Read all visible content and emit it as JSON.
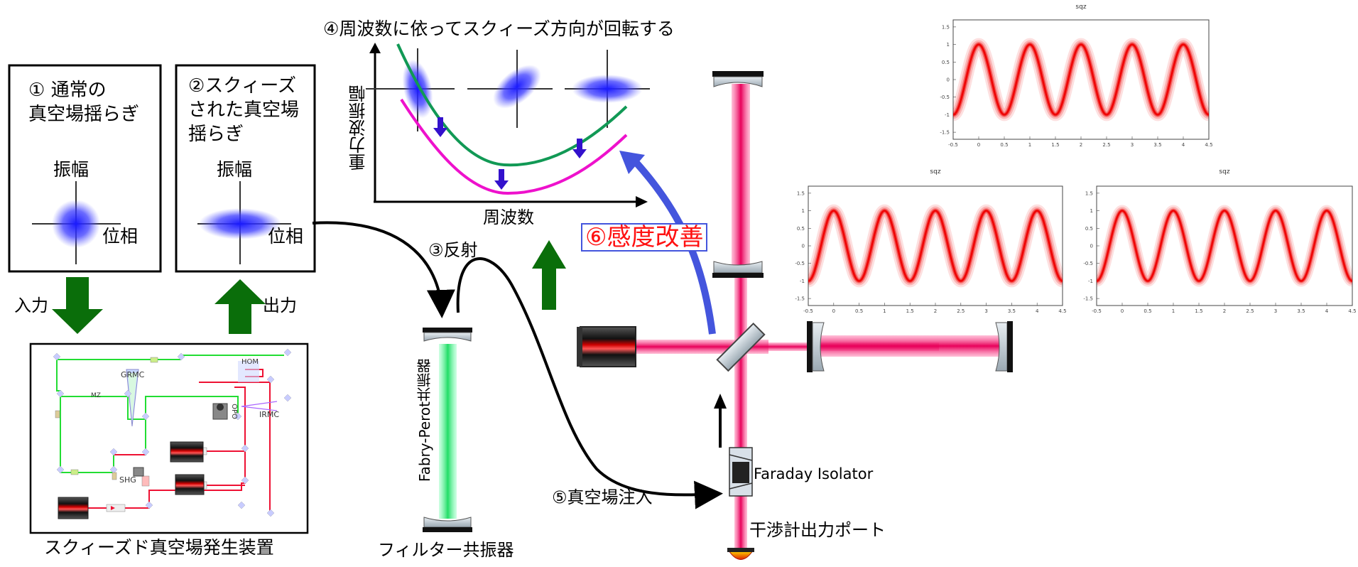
{
  "concepts": {
    "normal_vacuum_label": "① 通常の\n真空場揺らぎ",
    "squeezed_vacuum_label": "②スクィーズ\nされた真空場\n揺らぎ",
    "axis_amplitude": "振幅",
    "axis_phase": "位相",
    "input_label": "入力",
    "output_label": "出力",
    "source_label": "スクィーズド真空場発生装置"
  },
  "source_setup": {
    "labels": [
      "GRMC",
      "MZ",
      "SHG",
      "OPO",
      "HOM",
      "IRMC"
    ]
  },
  "freq_rotation": {
    "title": "④周波数に依ってスクィーズ方向が回転する",
    "ylabel": "重力波振幅",
    "xlabel": "周波数"
  },
  "steps": {
    "reflection": "③反射",
    "injection": "⑤真空場注入",
    "improvement": "⑥感度改善"
  },
  "optics": {
    "filter_cavity_axis": "Fabry-Perot共振器",
    "filter_cavity_label": "フィルター共振器",
    "isolator": "Faraday Isolator",
    "output_port": "干渉計出力ポート"
  },
  "plots": [
    {
      "title": "sqz",
      "xticks": [
        "-0.5",
        "0",
        "0.5",
        "1",
        "1.5",
        "2",
        "2.5",
        "3",
        "3.5",
        "4",
        "4.5"
      ],
      "yticks": [
        "1.5",
        "1",
        "0.5",
        "0",
        "-0.5",
        "-1",
        "-1.5"
      ]
    },
    {
      "title": "sqz",
      "xticks": [
        "-0.5",
        "0",
        "0.5",
        "1",
        "1.5",
        "2",
        "2.5",
        "3",
        "3.5",
        "4",
        "4.5"
      ],
      "yticks": [
        "1.5",
        "1",
        "0.5",
        "0",
        "-0.5",
        "-1",
        "-1.5"
      ]
    },
    {
      "title": "sqz",
      "xticks": [
        "-0.5",
        "0",
        "0.5",
        "1",
        "1.5",
        "2",
        "2.5",
        "3",
        "3.5",
        "4",
        "4.5"
      ],
      "yticks": [
        "1.5",
        "1",
        "0.5",
        "0",
        "-0.5",
        "-1",
        "-1.5"
      ]
    }
  ],
  "colors": {
    "green_arrow": "#0a6e0a",
    "laser_pink": "#e8005a",
    "filter_green": "#22dd66",
    "highlight_red": "#ff1111",
    "blue_arrow": "#4455dd",
    "squeeze_blue": "#2222ff"
  }
}
